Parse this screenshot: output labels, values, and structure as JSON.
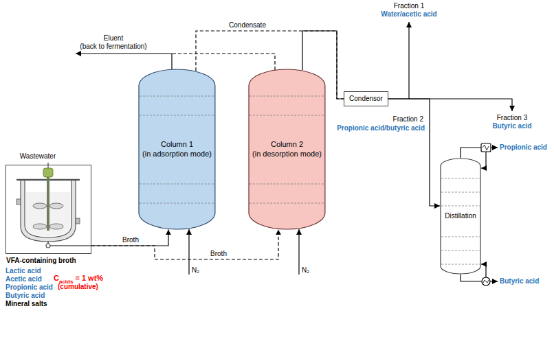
{
  "diagram": {
    "nodes": [
      {
        "text": [
          "VFA-containing broth"
        ]
      },
      {
        "text": [
          "Column 1",
          "(in adsorption mode)"
        ]
      },
      {
        "text": [
          "Column 2",
          "(in desorption mode)"
        ]
      },
      {
        "text": [
          "Condensor"
        ]
      },
      {
        "text": [
          "Distillation"
        ]
      }
    ],
    "edges": [
      {
        "from": 0,
        "to": 1,
        "label": "Broth",
        "arrow": "to"
      },
      {
        "from": 0,
        "to": 2,
        "label": "Broth",
        "arrow": "to"
      },
      {
        "from": 1,
        "to": 3,
        "label": "Condensate",
        "arrow": "none"
      },
      {
        "from": 2,
        "to": 3,
        "arrow": "none"
      },
      {
        "from": 3,
        "to": 4,
        "label": "Fraction 2",
        "arrow": "to"
      }
    ],
    "labels": [
      "Fraction 1",
      "Water/acetic acid",
      "Eluent",
      "(back to fermentation)",
      "Fraction 3",
      "Butyric acid",
      "Propionic acid/butyric acid",
      "Propionic acid",
      "Butyric acid",
      "Wastewater",
      "N₂",
      "N₂",
      "Lactic acid",
      "Acetic acid",
      "Propionic acid",
      "Butyric acid",
      "Mineral salts",
      "C",
      "acids",
      "= 1 wt%",
      "(cumulative)"
    ]
  }
}
